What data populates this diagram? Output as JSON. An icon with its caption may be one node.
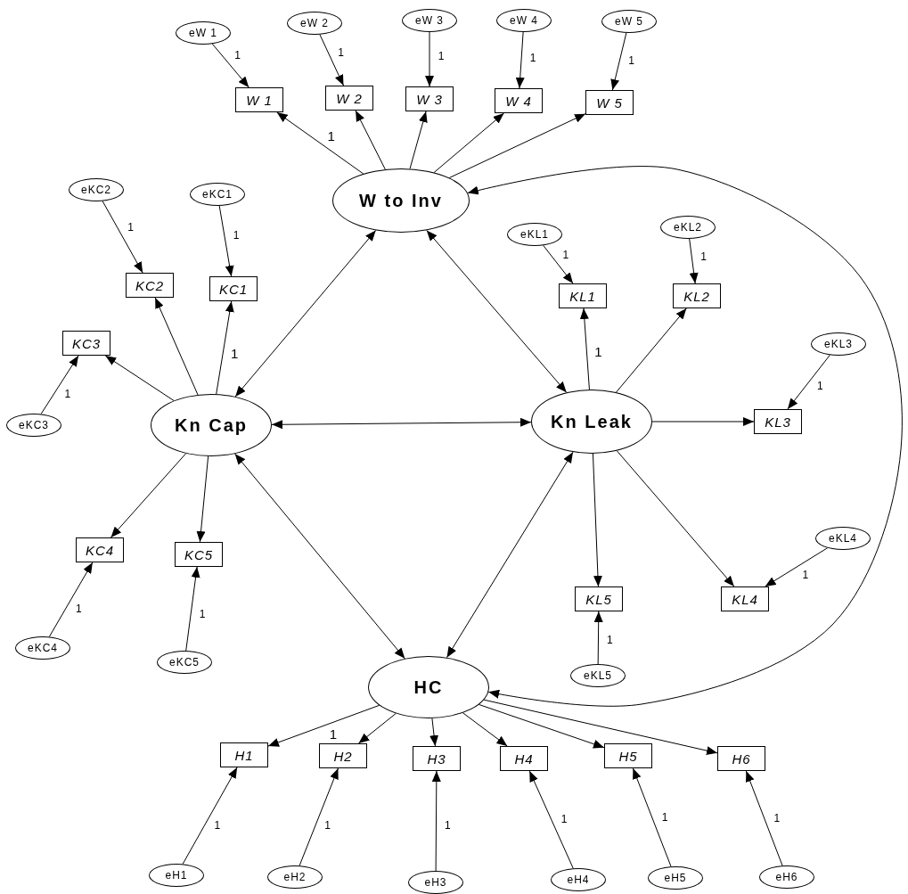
{
  "diagram": {
    "nodes": [
      {
        "text": [
          "eW 1"
        ]
      },
      {
        "text": [
          "eW 2"
        ]
      },
      {
        "text": [
          "eW 3"
        ]
      },
      {
        "text": [
          "eW 4"
        ]
      },
      {
        "text": [
          "eW 5"
        ]
      },
      {
        "text": [
          "W 1"
        ]
      },
      {
        "text": [
          "W 2"
        ]
      },
      {
        "text": [
          "W 3"
        ]
      },
      {
        "text": [
          "W 4"
        ]
      },
      {
        "text": [
          "W 5"
        ]
      },
      {
        "text": [
          "W to Inv"
        ]
      },
      {
        "text": [
          "eKC2"
        ]
      },
      {
        "text": [
          "eKC1"
        ]
      },
      {
        "text": [
          "eKL1"
        ]
      },
      {
        "text": [
          "eKL2"
        ]
      },
      {
        "text": [
          "KC2"
        ]
      },
      {
        "text": [
          "KC1"
        ]
      },
      {
        "text": [
          "KL1"
        ]
      },
      {
        "text": [
          "KL2"
        ]
      },
      {
        "text": [
          "KC3"
        ]
      },
      {
        "text": [
          "eKL3"
        ]
      },
      {
        "text": [
          "eKC3"
        ]
      },
      {
        "text": [
          "Kn Cap"
        ]
      },
      {
        "text": [
          "Kn Leak"
        ]
      },
      {
        "text": [
          "KL3"
        ]
      },
      {
        "text": [
          "eKL4"
        ]
      },
      {
        "text": [
          "KC4"
        ]
      },
      {
        "text": [
          "KC5"
        ]
      },
      {
        "text": [
          "KL5"
        ]
      },
      {
        "text": [
          "KL4"
        ]
      },
      {
        "text": [
          "eKC4"
        ]
      },
      {
        "text": [
          "eKC5"
        ]
      },
      {
        "text": [
          "eKL5"
        ]
      },
      {
        "text": [
          "HC"
        ]
      },
      {
        "text": [
          "H1"
        ]
      },
      {
        "text": [
          "H2"
        ]
      },
      {
        "text": [
          "H3"
        ]
      },
      {
        "text": [
          "H4"
        ]
      },
      {
        "text": [
          "H5"
        ]
      },
      {
        "text": [
          "H6"
        ]
      },
      {
        "text": [
          "eH1"
        ]
      },
      {
        "text": [
          "eH2"
        ]
      },
      {
        "text": [
          "eH3"
        ]
      },
      {
        "text": [
          "eH4"
        ]
      },
      {
        "text": [
          "eH5"
        ]
      },
      {
        "text": [
          "eH6"
        ]
      }
    ],
    "edges": [
      {
        "from": 0,
        "to": 5,
        "arrow": "to",
        "label": "1"
      },
      {
        "from": 1,
        "to": 6,
        "arrow": "to",
        "label": "1"
      },
      {
        "from": 2,
        "to": 7,
        "arrow": "to",
        "label": "1"
      },
      {
        "from": 3,
        "to": 8,
        "arrow": "to",
        "label": "1"
      },
      {
        "from": 4,
        "to": 9,
        "arrow": "to",
        "label": "1"
      },
      {
        "from": 10,
        "to": 5,
        "arrow": "to",
        "label": "1"
      },
      {
        "from": 10,
        "to": 6,
        "arrow": "to"
      },
      {
        "from": 10,
        "to": 7,
        "arrow": "to"
      },
      {
        "from": 10,
        "to": 8,
        "arrow": "to"
      },
      {
        "from": 10,
        "to": 9,
        "arrow": "to"
      },
      {
        "from": 11,
        "to": 15,
        "arrow": "to",
        "label": "1"
      },
      {
        "from": 12,
        "to": 16,
        "arrow": "to",
        "label": "1"
      },
      {
        "from": 13,
        "to": 17,
        "arrow": "to",
        "label": "1"
      },
      {
        "from": 14,
        "to": 18,
        "arrow": "to",
        "label": "1"
      },
      {
        "from": 22,
        "to": 15,
        "arrow": "to"
      },
      {
        "from": 22,
        "to": 16,
        "arrow": "to",
        "label": "1"
      },
      {
        "from": 23,
        "to": 17,
        "arrow": "to",
        "label": "1"
      },
      {
        "from": 23,
        "to": 18,
        "arrow": "to"
      },
      {
        "from": 21,
        "to": 19,
        "arrow": "to",
        "label": "1"
      },
      {
        "from": 22,
        "to": 19,
        "arrow": "to"
      },
      {
        "from": 20,
        "to": 24,
        "arrow": "to",
        "label": "1"
      },
      {
        "from": 23,
        "to": 24,
        "arrow": "to"
      },
      {
        "from": 10,
        "to": 22,
        "arrow": "both"
      },
      {
        "from": 10,
        "to": 23,
        "arrow": "both"
      },
      {
        "from": 22,
        "to": 23,
        "arrow": "both"
      },
      {
        "from": 10,
        "to": 33,
        "arrow": "both"
      },
      {
        "from": 22,
        "to": 26,
        "arrow": "to"
      },
      {
        "from": 22,
        "to": 27,
        "arrow": "to"
      },
      {
        "from": 23,
        "to": 28,
        "arrow": "to"
      },
      {
        "from": 23,
        "to": 29,
        "arrow": "to"
      },
      {
        "from": 25,
        "to": 29,
        "arrow": "to",
        "label": "1"
      },
      {
        "from": 30,
        "to": 26,
        "arrow": "to",
        "label": "1"
      },
      {
        "from": 31,
        "to": 27,
        "arrow": "to",
        "label": "1"
      },
      {
        "from": 32,
        "to": 28,
        "arrow": "to",
        "label": "1"
      },
      {
        "from": 22,
        "to": 33,
        "arrow": "both"
      },
      {
        "from": 23,
        "to": 33,
        "arrow": "both"
      },
      {
        "from": 33,
        "to": 34,
        "arrow": "to",
        "label": "1"
      },
      {
        "from": 33,
        "to": 35,
        "arrow": "to"
      },
      {
        "from": 33,
        "to": 36,
        "arrow": "to"
      },
      {
        "from": 33,
        "to": 37,
        "arrow": "to"
      },
      {
        "from": 33,
        "to": 38,
        "arrow": "to"
      },
      {
        "from": 33,
        "to": 39,
        "arrow": "to"
      },
      {
        "from": 40,
        "to": 34,
        "arrow": "to",
        "label": "1"
      },
      {
        "from": 41,
        "to": 35,
        "arrow": "to",
        "label": "1"
      },
      {
        "from": 42,
        "to": 36,
        "arrow": "to",
        "label": "1"
      },
      {
        "from": 43,
        "to": 37,
        "arrow": "to",
        "label": "1"
      },
      {
        "from": 44,
        "to": 38,
        "arrow": "to",
        "label": "1"
      },
      {
        "from": 45,
        "to": 39,
        "arrow": "to",
        "label": "1"
      }
    ]
  }
}
